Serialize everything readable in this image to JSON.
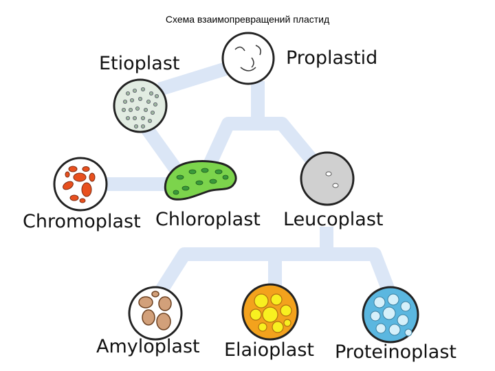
{
  "title": "Схема взаимопревращений пластид",
  "labels": {
    "etioplast": "Etioplast",
    "proplastid": "Proplastid",
    "chromoplast": "Chromoplast",
    "chloroplast": "Chloroplast",
    "leucoplast": "Leucoplast",
    "amyloplast": "Amyloplast",
    "elaioplast": "Elaioplast",
    "proteinoplast": "Proteinoplast"
  },
  "colors": {
    "connector": "#dbe6f6",
    "outline": "#222222",
    "etioplast_fill": "#e2ece2",
    "chromoplast_bodies": "#e8501e",
    "chloroplast_fill": "#7cd44c",
    "chloroplast_grana": "#3a9a3a",
    "leucoplast_fill": "#d0d0d0",
    "amyloplast_grains": "#d2a07a",
    "elaioplast_fill": "#f3a21d",
    "elaioplast_droplets": "#f8f020",
    "proteinoplast_fill": "#5bb7e0",
    "proteinoplast_bodies": "#d6f0fa"
  }
}
